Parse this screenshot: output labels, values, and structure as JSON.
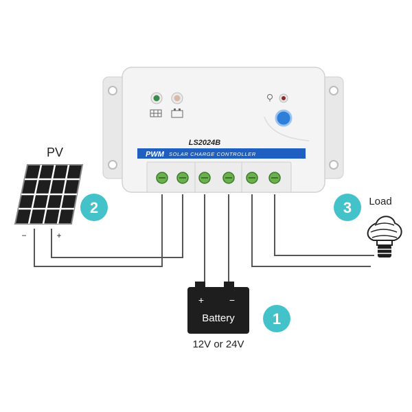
{
  "controller": {
    "model": "LS2024B",
    "banner_pwm": "PWM",
    "banner_text": "SOLAR CHARGE CONTROLLER"
  },
  "pv": {
    "label": "PV",
    "minus": "−",
    "plus": "+"
  },
  "battery": {
    "label": "Battery",
    "plus": "+",
    "minus": "−",
    "voltage": "12V or 24V"
  },
  "load": {
    "label": "Load"
  },
  "badges": {
    "pv": "2",
    "battery": "1",
    "load": "3"
  },
  "colors": {
    "badge": "#43c3c9",
    "banner": "#1f5fbf",
    "terminal_green": "#6ab04c",
    "wire": "#555555",
    "case": "#f3f3f3",
    "button": "#2f7fd8"
  },
  "icons": [
    "solar-panel-icon",
    "battery-icon",
    "light-bulb-icon",
    "solar-led-icon",
    "battery-led-icon",
    "load-led-icon"
  ]
}
